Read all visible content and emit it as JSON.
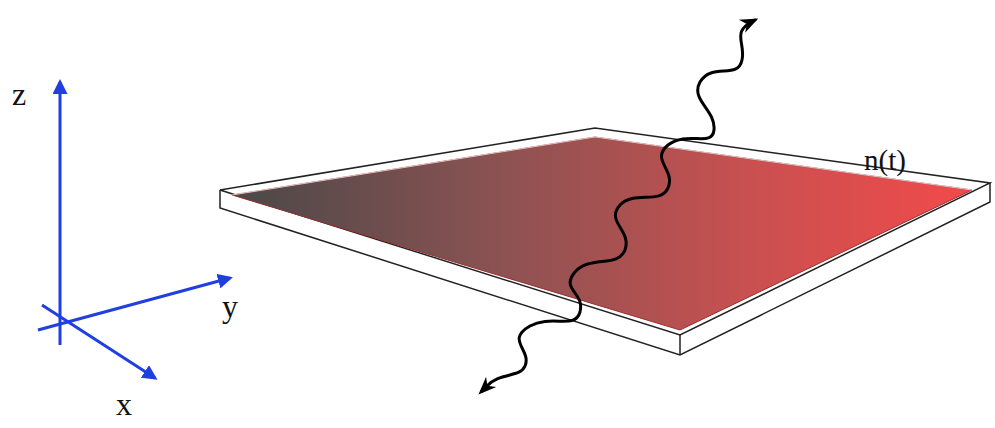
{
  "diagram": {
    "labels": [
      "z",
      "y",
      "x",
      "n(t)"
    ]
  }
}
